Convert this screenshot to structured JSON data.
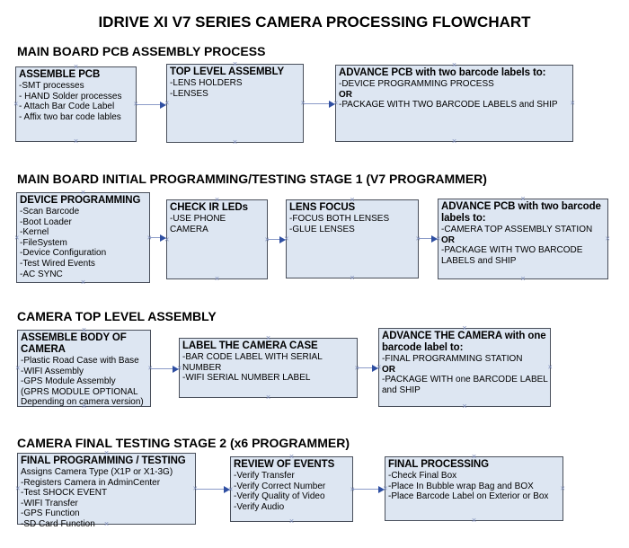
{
  "title": "IDRIVE XI V7 SERIES CAMERA PROCESSING FLOWCHART",
  "icons": {
    "connector_anchor": "×"
  },
  "colors": {
    "box_fill": "#dde6f2",
    "box_border": "#494f5b",
    "arrow_line": "#8b9bc8",
    "arrow_head": "#2f4fa2",
    "anchor": "#7d8cba",
    "text": "#000000",
    "page_background": "#ffffff"
  },
  "sections": [
    {
      "heading": "MAIN BOARD PCB ASSEMBLY PROCESS",
      "boxes": [
        {
          "title": "ASSEMBLE PCB",
          "lines": [
            "-SMT processes",
            "- HAND Solder processes",
            "- Attach Bar Code Label",
            "- Affix two bar code lables"
          ]
        },
        {
          "title": "TOP LEVEL ASSEMBLY",
          "lines": [
            "-LENS HOLDERS",
            "-LENSES"
          ]
        },
        {
          "title": "ADVANCE PCB with two barcode labels to:",
          "lines": [
            "-DEVICE PROGRAMMING PROCESS",
            "OR",
            "-PACKAGE WITH TWO BARCODE LABELS and SHIP"
          ]
        }
      ]
    },
    {
      "heading": "MAIN BOARD INITIAL PROGRAMMING/TESTING STAGE 1 (V7 PROGRAMMER)",
      "boxes": [
        {
          "title": "DEVICE PROGRAMMING",
          "lines": [
            "-Scan Barcode",
            "-Boot Loader",
            "-Kernel",
            "-FileSystem",
            "-Device Configuration",
            "-Test Wired Events",
            "-AC SYNC"
          ]
        },
        {
          "title": "CHECK IR LEDs",
          "lines": [
            "-USE PHONE CAMERA"
          ]
        },
        {
          "title": "LENS FOCUS",
          "lines": [
            "-FOCUS BOTH LENSES",
            "-GLUE LENSES"
          ]
        },
        {
          "title": "ADVANCE PCB with two barcode labels to:",
          "lines": [
            "-CAMERA TOP ASSEMBLY STATION",
            "OR",
            "-PACKAGE WITH TWO BARCODE LABELS and SHIP"
          ]
        }
      ]
    },
    {
      "heading": "CAMERA TOP LEVEL ASSEMBLY",
      "boxes": [
        {
          "title": "ASSEMBLE BODY OF CAMERA",
          "lines": [
            "-Plastic Road Case with Base",
            "-WIFI Assembly",
            "-GPS Module Assembly",
            "(GPRS MODULE OPTIONAL Depending on camera version)"
          ]
        },
        {
          "title": "LABEL THE CAMERA CASE",
          "lines": [
            "-BAR CODE LABEL WITH SERIAL NUMBER",
            "-WIFI SERIAL NUMBER LABEL"
          ]
        },
        {
          "title": "ADVANCE THE CAMERA with one barcode label to:",
          "lines": [
            "-FINAL PROGRAMMING STATION",
            "OR",
            "-PACKAGE WITH one BARCODE LABEL and SHIP"
          ]
        }
      ]
    },
    {
      "heading": "CAMERA FINAL TESTING STAGE 2 (x6 PROGRAMMER)",
      "boxes": [
        {
          "title": "FINAL PROGRAMMING / TESTING",
          "lines": [
            "Assigns Camera Type (X1P or X1-3G)",
            "-Registers Camera in AdminCenter",
            "-Test SHOCK EVENT",
            "-WIFI Transfer",
            "-GPS Function",
            "-SD Card Function"
          ]
        },
        {
          "title": "REVIEW OF EVENTS",
          "lines": [
            "-Verify Transfer",
            "-Verify Correct Number",
            "-Verify Quality of Video",
            "-Verify Audio"
          ]
        },
        {
          "title": "FINAL PROCESSING",
          "lines": [
            "-Check Final Box",
            "-Place In Bubble wrap Bag and BOX",
            "-Place Barcode Label on Exterior or Box"
          ]
        }
      ]
    }
  ]
}
